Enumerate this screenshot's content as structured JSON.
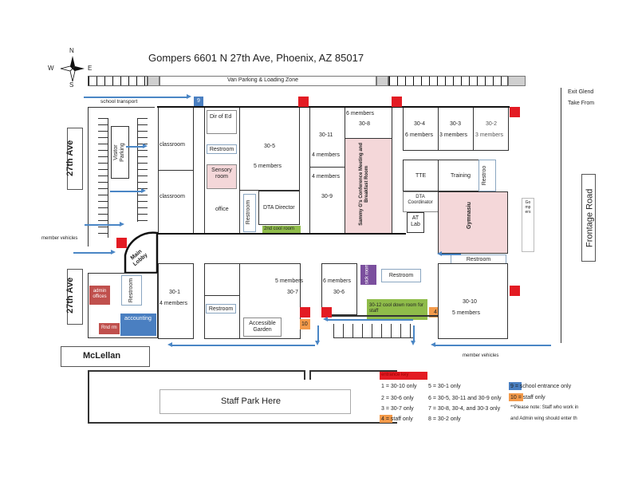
{
  "title": "Gompers 6601 N 27th Ave, Phoenix, AZ 85017",
  "compass": {
    "n": "N",
    "s": "S",
    "e": "E",
    "w": "W"
  },
  "streets": {
    "ave_top": "27th Ave",
    "ave_bottom": "27th Ave",
    "mclellan": "McLellan",
    "frontage": "Frontage Road"
  },
  "top_labels": {
    "van_parking": "Van Parking & Loading Zone",
    "school_transport": "school transport",
    "exit": "Exit Glend",
    "take": "Take From"
  },
  "rooms": {
    "visitor_parking": "Visitor Parking",
    "classroom1": "classroom",
    "classroom2": "classroom",
    "dir_ed": "Dir of Ed",
    "restroom_a": "Restroom",
    "sensory": "Sensory room",
    "office": "office",
    "r30_5": "30-5",
    "r30_5_m": "5 members",
    "restroom_b": "Restroom",
    "dta_director": "DTA Director",
    "cool2": "2nd cool room",
    "r30_11": "30-11",
    "r30_11_m": "4 members",
    "r30_9_m": "4 members",
    "r30_9": "30-9",
    "r30_8_m": "6 members",
    "r30_8": "30-8",
    "conference": "Sammy G's Conference Meeting and Breakfast Room",
    "r30_4": "30-4",
    "r30_4_m": "6 members",
    "r30_3": "30-3",
    "r30_3_m": "3 members",
    "r30_2": "30-2",
    "r30_2_m": "3 members",
    "tte": "TTE",
    "training": "Training",
    "restroom_c": "Restroo",
    "dta_coord": "DTA Coordinator",
    "at_lab": "AT Lab",
    "gym": "Gymnasiu",
    "gompers_sign": "Gompers",
    "restroom_d": "Restroom",
    "main_lobby": "Main Lobby",
    "admin_offices": "admin offices",
    "restroom_e": "Restroom",
    "accounting": "accounting",
    "rnd_rm": "Rnd rm",
    "r30_1": "30-1",
    "r30_1_m": "4 members",
    "restroom_f": "Restroom",
    "r30_7_m": "5 members",
    "r30_7": "30-7",
    "garden": "Accessible Garden",
    "r30_6_m": "6 members",
    "r30_6": "30-6",
    "sick_room": "sick room",
    "restroom_g": "Restroom",
    "cool_down": "30-12 cool down room for staff",
    "r30_10": "30-10",
    "r30_10_m": "5 members",
    "member_vehicles_left": "member vehicles",
    "member_vehicles_right": "member vehicles",
    "staff_park": "Staff Park Here"
  },
  "entrances": {
    "e9": "9",
    "e10": "10",
    "e4": "4"
  },
  "legend": {
    "header": "entrance key",
    "c1": [
      "1 = 30-10 only",
      "2 = 30-6 only",
      "3 =   30-7 only",
      "4 = staff only"
    ],
    "c2": [
      "5 = 30-1 only",
      "6 = 30-5, 30-11 and 30-9 only",
      "7 = 30-8, 30-4, and 30-3 only",
      "8 = 30-2 only"
    ],
    "c3": [
      "9 = school entrance only",
      "10 = staff only",
      "**Please note: Staff who work in",
      "and Admin wing should enter th"
    ]
  },
  "colors": {
    "entrance_red": "#e31b23",
    "school_blue": "#4a7fc1",
    "staff_orange": "#f39a4a",
    "cool_green": "#8fbc4a",
    "sick_purple": "#7b4f9e",
    "pink": "#f4d7d9",
    "admin_red": "#c0504d"
  }
}
